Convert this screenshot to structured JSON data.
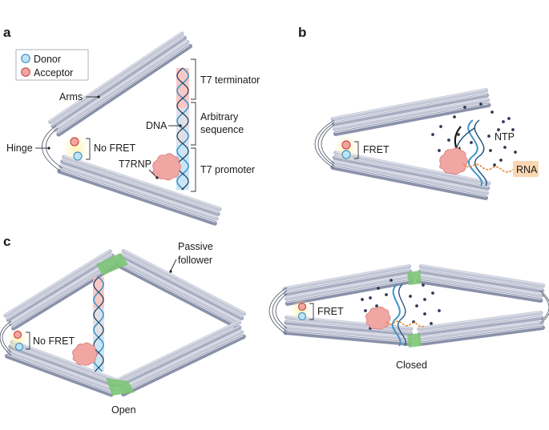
{
  "panels": {
    "a": "a",
    "b": "b",
    "c": "c"
  },
  "legend": {
    "donor": "Donor",
    "acceptor": "Acceptor"
  },
  "colors": {
    "donor": "#bfe3f4",
    "donor_stroke": "#3f95c9",
    "acceptor": "#f2a6a2",
    "acceptor_stroke": "#c94c49",
    "arm_light": "#c3c7d6",
    "arm_mid": "#a7adc1",
    "arm_dark": "#8a91aa",
    "green": "#7cc576",
    "rna": "#e7893a",
    "rna_box": "#f8d7b2",
    "ntp": "#2e3a55",
    "enzyme": "#f0a6a3"
  },
  "labels_a": {
    "arms": "Arms",
    "hinge": "Hinge",
    "no_fret": "No FRET",
    "dna": "DNA",
    "t7rnp": "T7RNP",
    "t7_terminator": "T7 terminator",
    "arbitrary_1": "Arbitrary",
    "arbitrary_2": "sequence",
    "t7_promoter": "T7 promoter"
  },
  "labels_b": {
    "fret": "FRET",
    "ntp": "NTP",
    "rna": "RNA"
  },
  "labels_c": {
    "passive_1": "Passive",
    "passive_2": "follower",
    "no_fret": "No FRET",
    "open": "Open",
    "fret": "FRET",
    "closed": "Closed"
  }
}
